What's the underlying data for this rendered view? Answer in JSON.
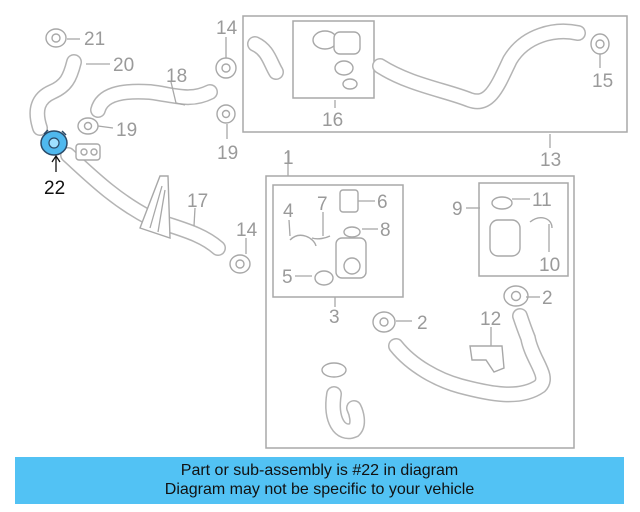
{
  "callouts": {
    "c1": "1",
    "c2a": "2",
    "c2b": "2",
    "c3": "3",
    "c4": "4",
    "c5": "5",
    "c6": "6",
    "c7": "7",
    "c8": "8",
    "c9": "9",
    "c10": "10",
    "c11": "11",
    "c12": "12",
    "c13": "13",
    "c14a": "14",
    "c14b": "14",
    "c15": "15",
    "c16": "16",
    "c17": "17",
    "c18": "18",
    "c19a": "19",
    "c19b": "19",
    "c20": "20",
    "c21": "21",
    "c22": "22"
  },
  "highlight": {
    "part_number": "22",
    "color": "#4fb8ee"
  },
  "banner": {
    "line1": "Part or sub-assembly is #22 in diagram",
    "line2": "Diagram may not be specific to your vehicle",
    "color": "#52c2f4"
  }
}
